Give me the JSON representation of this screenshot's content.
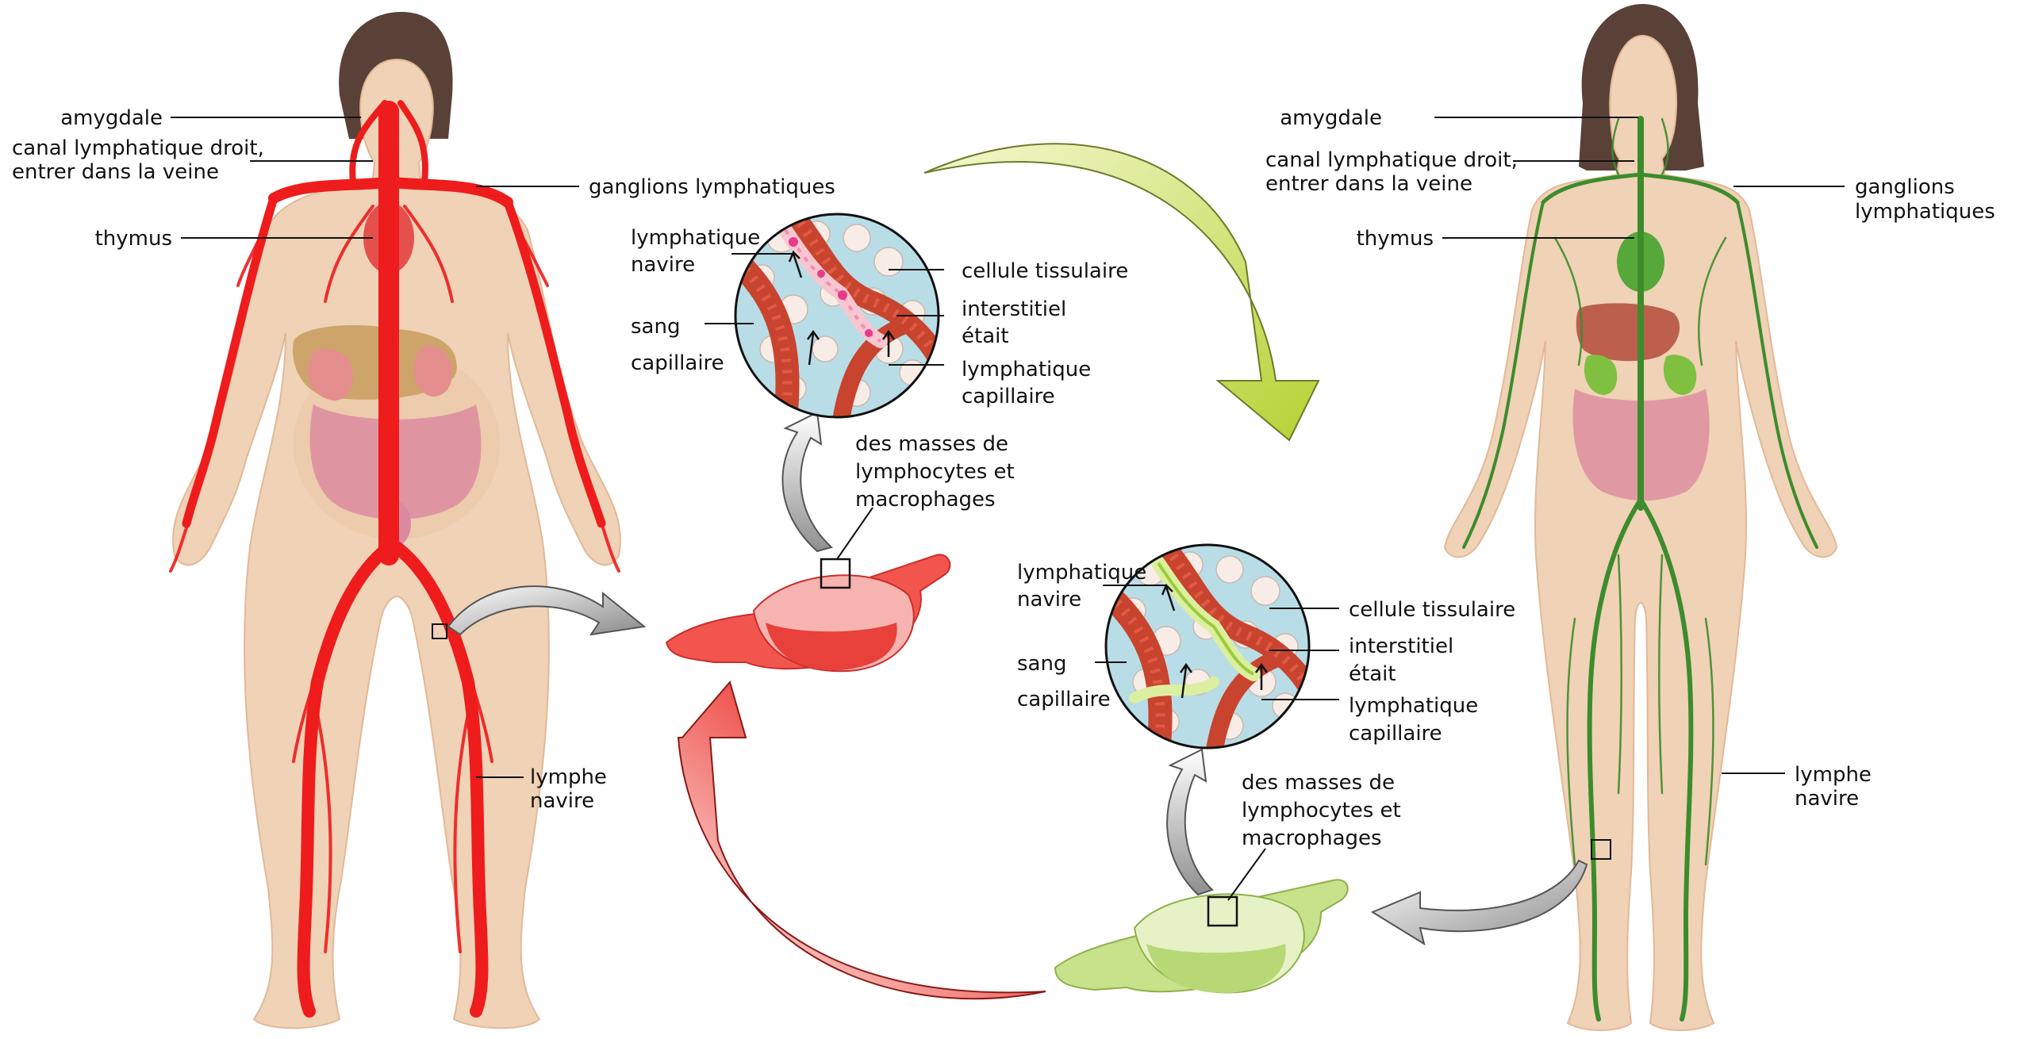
{
  "colors": {
    "skin": "#f0d2b6",
    "skin_shadow": "#e2b998",
    "hair": "#5a4137",
    "vessel_red": "#ee1c1c",
    "lymph_green": "#3c8c2c",
    "lime_arrow": "#b9d638",
    "red_arrow": "#ee4a44",
    "node_red": "#f2544e",
    "node_green": "#c7e28a",
    "interstitial": "#b9dde6",
    "tissue_cell": "#f7ece6",
    "capillary": "#c8442e"
  },
  "icons": {
    "left_figure": "female-body-red-vessels-icon",
    "right_figure": "female-body-green-lymph-icon",
    "lymph_node": "lymph-node-icon",
    "magnifier": "tissue-zoom-circle-icon",
    "curved_arrow": "curved-arrow-icon"
  },
  "left": {
    "amygdale": "amygdale",
    "canal_1": "canal lymphatique droit,",
    "canal_2": "entrer dans la veine",
    "thymus": "thymus",
    "ganglions": "ganglions lymphatiques",
    "lymphe_1": "lymphe",
    "lymphe_2": "navire"
  },
  "right": {
    "amygdale": "amygdale",
    "canal_1": "canal lymphatique droit,",
    "canal_2": "entrer dans la veine",
    "thymus": "thymus",
    "ganglions_1": "ganglions",
    "ganglions_2": "lymphatiques",
    "lymphe_1": "lymphe",
    "lymphe_2": "navire"
  },
  "zoom_top": {
    "lymph_vessel_1": "lymphatique",
    "lymph_vessel_2": "navire",
    "blood_cap_1": "sang",
    "blood_cap_2": "capillaire",
    "tissue_cell": "cellule tissulaire",
    "interstitial_1": "interstitiel",
    "interstitial_2": "était",
    "lymph_cap_1": "lymphatique",
    "lymph_cap_2": "capillaire",
    "masses_1": "des masses de",
    "masses_2": "lymphocytes et",
    "masses_3": "macrophages"
  },
  "zoom_bottom": {
    "lymph_vessel_1": "lymphatique",
    "lymph_vessel_2": "navire",
    "blood_cap_1": "sang",
    "blood_cap_2": "capillaire",
    "tissue_cell": "cellule tissulaire",
    "interstitial_1": "interstitiel",
    "interstitial_2": "était",
    "lymph_cap_1": "lymphatique",
    "lymph_cap_2": "capillaire",
    "masses_1": "des masses de",
    "masses_2": "lymphocytes et",
    "masses_3": "macrophages"
  }
}
